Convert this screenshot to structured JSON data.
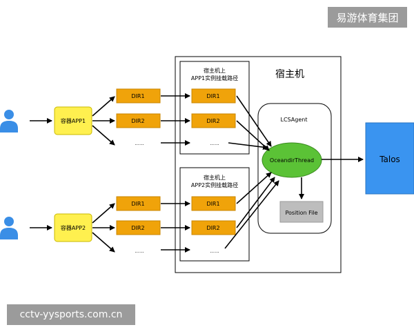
{
  "watermarks": {
    "top": "易游体育集团",
    "bottom": "cctv-yysports.com.cn"
  },
  "host": {
    "title": "宿主机",
    "app1_box_title_line1": "宿主机上",
    "app1_box_title_line2": "APP1实例挂载路径",
    "app2_box_title_line1": "宿主机上",
    "app2_box_title_line2": "APP2实例挂载路径"
  },
  "containers": {
    "app1": "容器APP1",
    "app2": "容器APP2"
  },
  "dirs": {
    "dir1": "DIR1",
    "dir2": "DIR2",
    "more": "......"
  },
  "agent": {
    "title": "LCSAgent",
    "thread": "OceandirThread",
    "position_file": "Position File"
  },
  "talos": "Talos",
  "colors": {
    "user_icon": "#3a8ee6",
    "container_fill": "#fff04f",
    "dir_fill": "#f0a30a",
    "thread_fill": "#5bc236",
    "talos_fill": "#3a94f0",
    "position_fill": "#bdbdbd"
  }
}
